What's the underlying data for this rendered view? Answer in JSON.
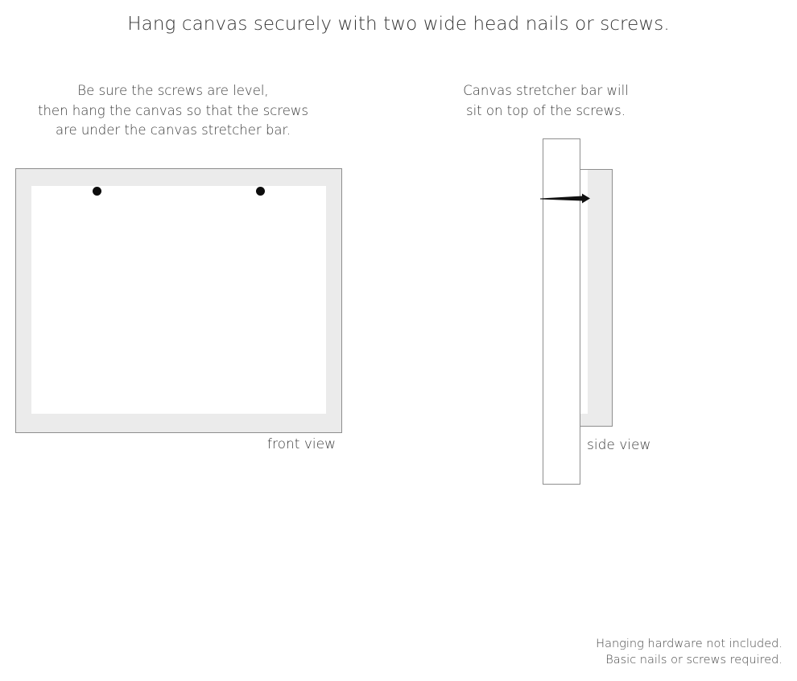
{
  "title": "Hang canvas securely with two wide head nails or screws.",
  "captions": {
    "left": {
      "line1": "Be sure the screws are level,",
      "line2": "then hang the canvas so that the screws",
      "line3": "are under the canvas stretcher bar."
    },
    "right": {
      "line1": "Canvas stretcher bar will",
      "line2": "sit on top of the screws."
    }
  },
  "diagrams": {
    "front": {
      "label": "front view",
      "frame_color": "#ebebeb",
      "frame_border_color": "#8e8e8e",
      "inner_color": "#ffffff",
      "screws": [
        {
          "name": "left-screw",
          "color": "#0d0d0d"
        },
        {
          "name": "right-screw",
          "color": "#0d0d0d"
        }
      ]
    },
    "side": {
      "label": "side view",
      "wall_color": "#ffffff",
      "wall_border_color": "#8e8e8e",
      "stretcher_color": "#ebebeb",
      "nail_color": "#111111"
    }
  },
  "footer": {
    "line1": "Hanging hardware not included.",
    "line2": "Basic nails or screws required."
  }
}
